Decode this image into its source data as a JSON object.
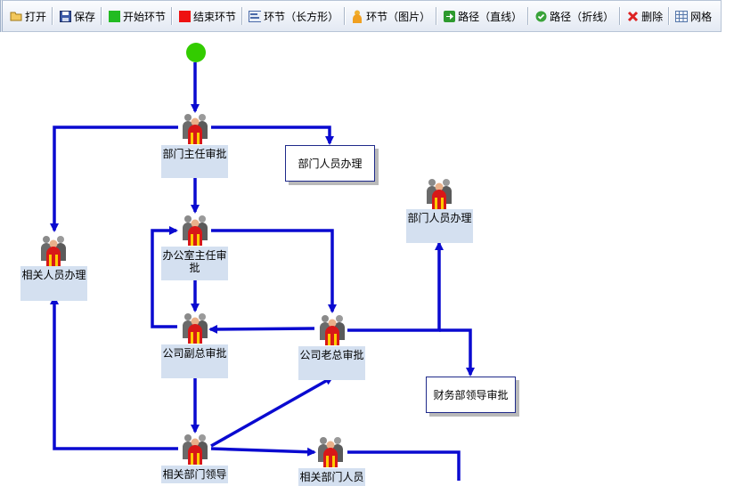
{
  "toolbar": {
    "open": "打开",
    "save": "保存",
    "start": "开始环节",
    "end": "结束环节",
    "step_rect": "环节（长方形）",
    "step_image": "环节（图片）",
    "path_line": "路径（直线）",
    "path_fold": "路径（折线）",
    "delete": "删除",
    "grid": "网格"
  },
  "nodes": {
    "dept_head": "部门主任审批",
    "related_person": "相关人员办理",
    "office_head": "办公室主任审批",
    "dept_staff_right": "部门人员办理",
    "vp": "公司副总审批",
    "boss": "公司老总审批",
    "related_leader": "相关部门领导",
    "related_staff": "相关部门人员"
  },
  "boxes": {
    "dept_staff": "部门人员办理",
    "finance": "财务部领导审批"
  },
  "colors": {
    "edge": "#0a0ad0",
    "start": "#33cc00",
    "node_bg": "#d4e0f0"
  }
}
